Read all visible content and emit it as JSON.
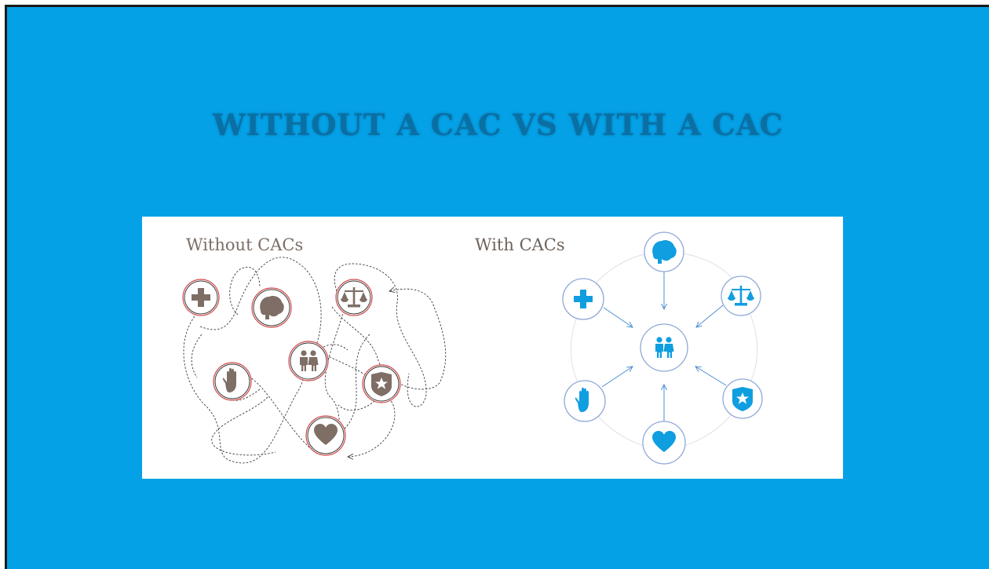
{
  "slide": {
    "title": "WITHOUT A CAC VS WITH A CAC",
    "background_color": "#05a1e6"
  },
  "without_section": {
    "heading": "Without CACs",
    "color": "#7b6e66",
    "icons": [
      "medical-cross",
      "brain",
      "scales-of-justice",
      "children",
      "raised-hand",
      "police-badge",
      "heart"
    ]
  },
  "with_section": {
    "heading": "With CACs",
    "color": "#0f9ee0",
    "center_icon": "children",
    "outer_icons": [
      "brain",
      "scales-of-justice",
      "police-badge",
      "heart",
      "raised-hand",
      "medical-cross"
    ]
  }
}
